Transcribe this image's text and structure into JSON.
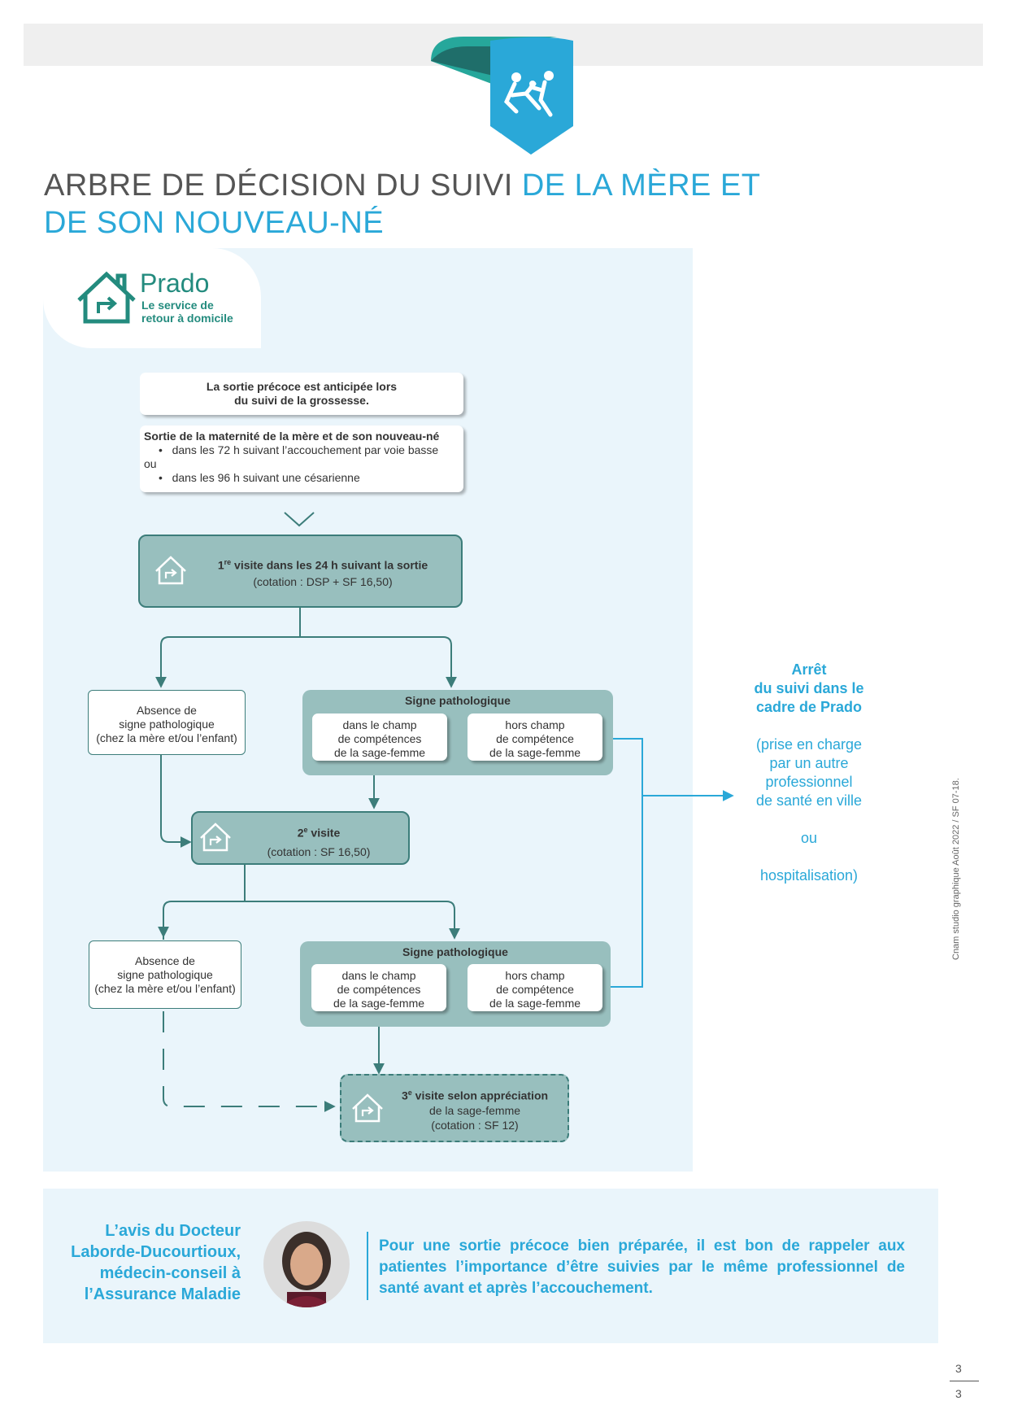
{
  "header": {
    "title_part1": "ARBRE DE DÉCISION DU SUIVI ",
    "title_part2": "DE LA MÈRE ET",
    "title_line2": "DE SON NOUVEAU-NÉ",
    "brand_icon": "family-running-icon"
  },
  "prado": {
    "name": "Prado",
    "tagline_line1": "Le service de",
    "tagline_line2": "retour à domicile",
    "logo_icon": "house-arrow-icon"
  },
  "flow": {
    "box1_line1": "La sortie précoce est anticipée lors",
    "box1_line2": "du suivi de la grossesse.",
    "box2_title": "Sortie de la maternité de la mère et de son nouveau-né",
    "box2_bullet1": "dans les 72 h suivant l’accouchement par voie basse",
    "box2_or": "ou",
    "box2_bullet2": "dans les 96 h suivant une césarienne",
    "bullet": "•",
    "visit1_ord": "1",
    "visit1_sup": "re",
    "visit1_title": " visite dans les 24 h suivant la sortie",
    "visit1_sub": "(cotation : DSP + SF 16,50)",
    "absence_l1": "Absence de",
    "absence_l2": "signe pathologique",
    "absence_l3": "(chez la mère et/ou l’enfant)",
    "patho_title": "Signe pathologique",
    "in_l1": "dans le champ",
    "in_l2": "de compétences",
    "in_l3": "de la sage-femme",
    "out_l1": "hors champ",
    "out_l2": "de compétence",
    "out_l3": "de la sage-femme",
    "visit2_ord": "2",
    "visit2_sup": "e",
    "visit2_title": " visite",
    "visit2_sub": "(cotation : SF 16,50)",
    "visit3_ord": "3",
    "visit3_sup": "e",
    "visit3_title": " visite selon appréciation",
    "visit3_l2": "de la sage-femme",
    "visit3_l3": "(cotation : SF 12)"
  },
  "stop": {
    "line1": "Arrêt",
    "line2": "du suivi dans le",
    "line3": "cadre de Prado",
    "paren1": "(prise en charge",
    "paren2": "par un autre",
    "paren3": "professionnel",
    "paren4": "de santé en ville",
    "or": "ou",
    "paren5": "hospitalisation)"
  },
  "note": {
    "author1": "L’avis du Docteur",
    "author2": "Laborde-Ducourtioux,",
    "author3": "médecin-conseil à",
    "author4": "l’Assurance Maladie",
    "quote": "Pour une sortie précoce bien préparée, il est bon de rappeler aux patientes l’importance d’être suivies par le même professionnel de santé avant et après l’accouchement.",
    "avatar_icon": "doctor-portrait"
  },
  "footer": {
    "credits": "Cnam studio graphique Août 2022 / SF 07-18.",
    "page_top": "3",
    "page_bottom": "3"
  },
  "colors": {
    "accent": "#2aa8d8",
    "teal_box": "#98bfbe",
    "teal_line": "#3c7d7a",
    "panel": "#eaf5fb"
  }
}
